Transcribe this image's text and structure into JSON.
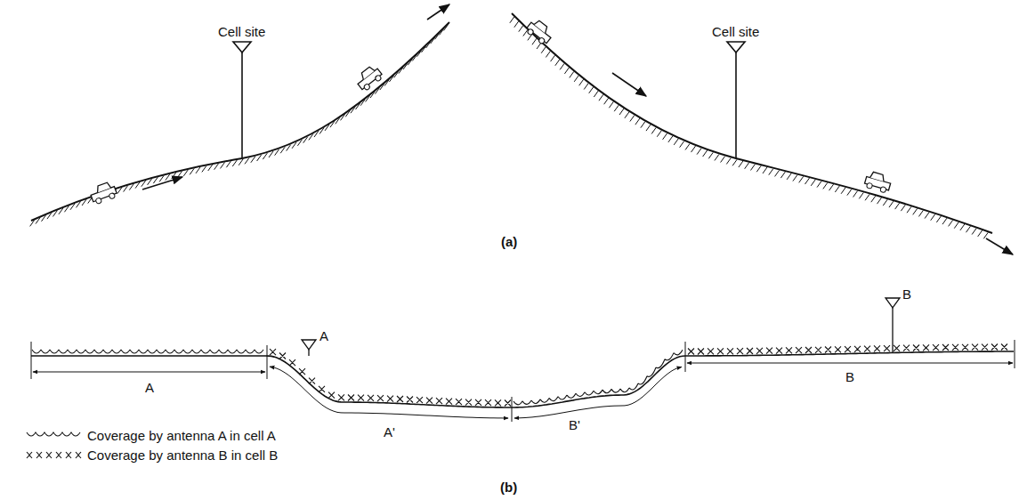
{
  "diagram": {
    "labels": [
      "Cell site",
      "Cell site",
      "(a)",
      "A",
      "B",
      "A",
      "A'",
      "B'",
      "B",
      "(b)"
    ],
    "legend": [
      {
        "text": "Coverage by antenna A in cell A"
      },
      {
        "text": "Coverage by antenna B in cell B"
      }
    ]
  }
}
